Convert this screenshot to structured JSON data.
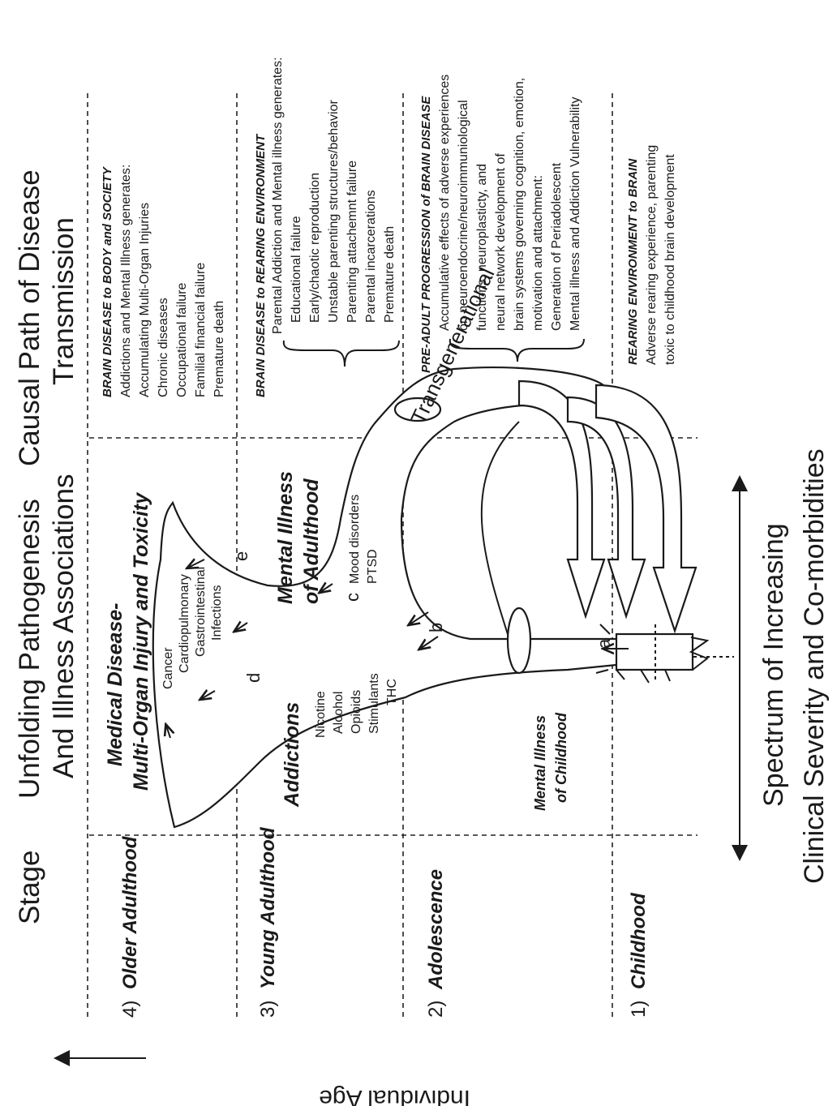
{
  "headers": {
    "stage": "Stage",
    "pathogenesis_line1": "Unfolding Pathogenesis",
    "pathogenesis_line2": "And Illness Associations",
    "causal_line1": "Causal Path of Disease",
    "causal_line2": "Transmission"
  },
  "stages": [
    {
      "number": "4)",
      "name": "Older Adulthood"
    },
    {
      "number": "3)",
      "name": "Young Adulthood"
    },
    {
      "number": "2)",
      "name": "Adolescence"
    },
    {
      "number": "1)",
      "name": "Childhood"
    }
  ],
  "causal": {
    "body_society": {
      "heading": "BRAIN DISEASE to BODY and SOCIETY",
      "lines": [
        "Addictions and Mental Illness generates:",
        "Accumulating Multi-Organ Injuries",
        "Chronic diseases",
        "Occupational failure",
        "Familial financial failure",
        "Premature death"
      ]
    },
    "rearing_env": {
      "heading": "BRAIN DISEASE to REARING ENVIRONMENT",
      "lines": [
        "Parental Addiction and Mental illness generates:",
        "Educational failure",
        "Early/chaotic reproduction",
        "Unstable parenting structures/behavior",
        "Parenting attachemnt failure",
        "Parental incarcerations",
        "Premature death"
      ]
    },
    "pre_adult": {
      "heading": "PRE-ADULT PROGRESSION of BRAIN DISEASE",
      "lines": [
        "Accumulative effects of adverse experiences",
        "on neuroendocrine/neuroimmuniological",
        "functions, neuroplasticty, and",
        "neural network development of",
        "brain systems governing cognition, emotion,",
        "motivation and attachment:",
        "Generation of Periadolescent",
        "Mental illness and Addiction Vulnerability"
      ]
    },
    "rearing_brain": {
      "heading": "REARING ENVIRONMENT to BRAIN",
      "lines": [
        "Adverse rearing experience, parenting",
        "toxic to childhood brain development"
      ]
    }
  },
  "pathogenesis": {
    "medical_line1": "Medical Disease-",
    "medical_line2": "Multi-Organ Injury and Toxicity",
    "medical_items": [
      "Cancer",
      "Cardiopulmonary",
      "Gastrointestinal",
      "Infections"
    ],
    "addictions": "Addictions",
    "addiction_items": [
      "Nicotine",
      "Alcohol",
      "Opioids",
      "Stimulants",
      "THC"
    ],
    "mental_adult_line1": "Mental Illness",
    "mental_adult_line2": "of Adulthood",
    "mental_adult_items": [
      "Mood disorders",
      "PTSD"
    ],
    "mental_child_line1": "Mental Illness",
    "mental_child_line2": "of Childhood",
    "transgenerational": "Transgenerational",
    "labels": {
      "a": "a",
      "b": "b",
      "c": "c",
      "d": "d",
      "e": "e"
    }
  },
  "spectrum": {
    "line1": "Spectrum of Increasing",
    "line2": "Clinical Severity and Co-morbidities"
  },
  "axis": {
    "label": "Individual Age"
  }
}
